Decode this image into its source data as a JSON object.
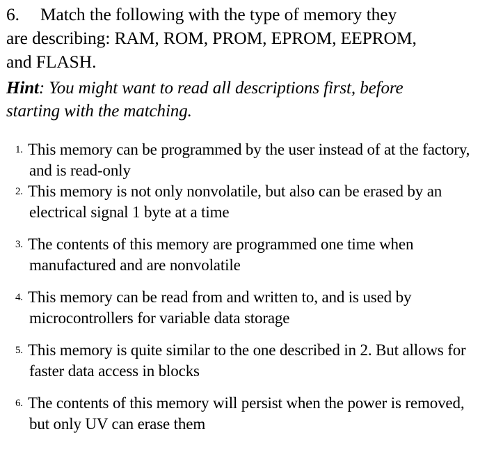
{
  "document": {
    "background_color": "#ffffff",
    "text_color": "#000000"
  },
  "question": {
    "number": "6.",
    "lines": [
      "Match the following with the type of memory they",
      "are describing: RAM, ROM, PROM, EPROM, EEPROM,",
      "and FLASH."
    ],
    "full_text": "6.\tMatch the following with the type of memory they are describing: RAM, ROM, PROM, EPROM, EEPROM, and FLASH."
  },
  "hint": {
    "label": "Hint",
    "separator": ":",
    "lines": [
      " You might want to read all descriptions first, before",
      "starting with the matching."
    ],
    "full_text": "Hint: You might want to read all descriptions first, before starting with the matching."
  },
  "descriptions": [
    {
      "marker": "1.",
      "text": "This memory can be programmed by the user instead of at the factory, and is read-only"
    },
    {
      "marker": "2.",
      "text": "This memory is not only nonvolatile, but also can be erased by an electrical signal 1 byte at a time"
    },
    {
      "marker": "3.",
      "text": "The contents of this memory are programmed one time when manufactured and are nonvolatile"
    },
    {
      "marker": "4.",
      "text": "This memory can be read from and written to, and is used by microcontrollers for variable data storage"
    },
    {
      "marker": "5.",
      "text": "This memory is quite similar to the one described in 2. But allows for faster data access in blocks"
    },
    {
      "marker": "6.",
      "text": "The contents of this memory will persist when the power is removed, but only UV can erase them"
    }
  ]
}
